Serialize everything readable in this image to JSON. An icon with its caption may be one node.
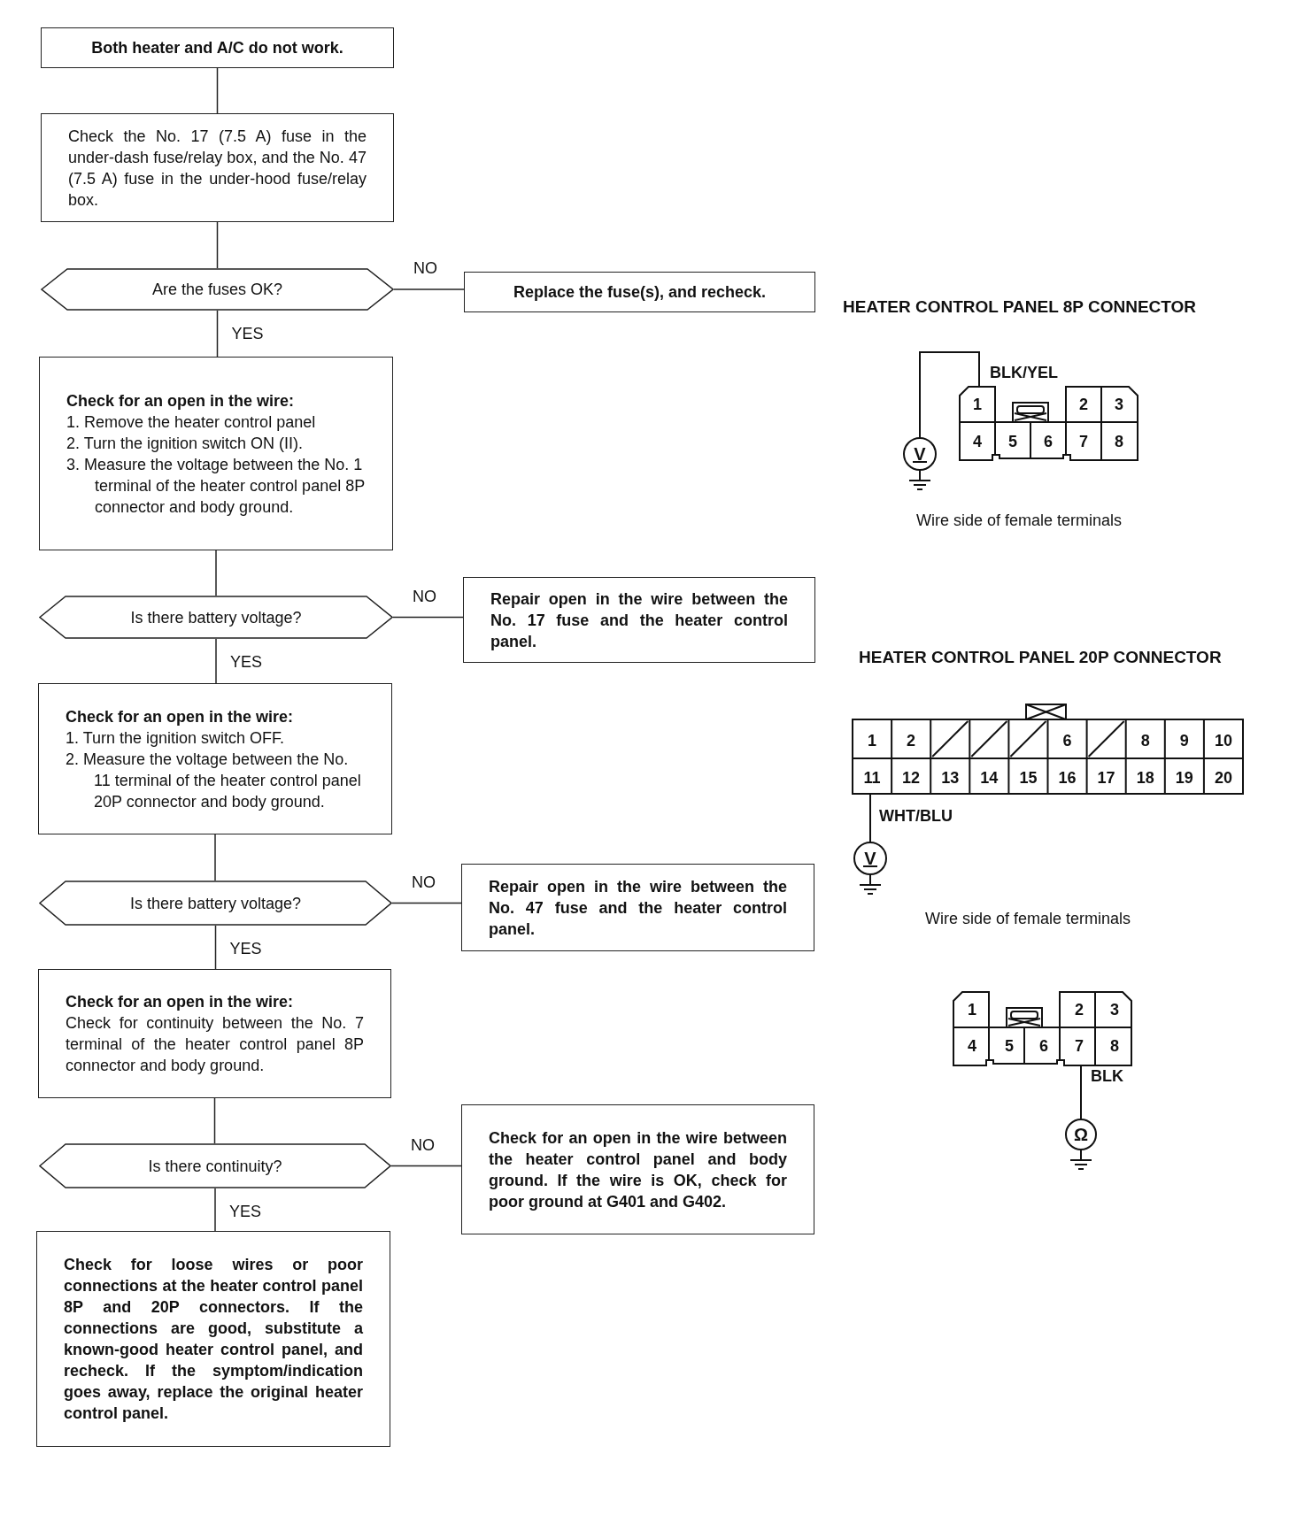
{
  "diagram": {
    "nodes": [
      {
        "text": [
          "Both heater and A/C do not work."
        ]
      },
      {
        "text": [
          "Check the No. 17 (7.5 A) fuse in the under-dash fuse/relay box, and the No. 47 (7.5 A) fuse in the under-hood fuse/relay box."
        ]
      },
      {
        "text": [
          "Are the fuses OK?"
        ]
      },
      {
        "text": [
          "Replace the fuse(s), and recheck."
        ]
      },
      {
        "text": [
          "Check for an open in the wire:",
          "1. Remove the heater control panel",
          "2. Turn the ignition switch ON (II).",
          "3. Measure the voltage between the No. 1 terminal of the heater control panel 8P connector and body ground."
        ]
      },
      {
        "text": [
          "Is there battery voltage?"
        ]
      },
      {
        "text": [
          "Repair open in the wire between the No. 17 fuse and the heater control panel."
        ]
      },
      {
        "text": [
          "Check for an open in the wire:",
          "1. Turn the ignition switch OFF.",
          "2. Measure the voltage between the No. 11 terminal of the heater control panel 20P connector and body ground."
        ]
      },
      {
        "text": [
          "Is there battery voltage?"
        ]
      },
      {
        "text": [
          "Repair open in the wire between the No. 47 fuse and the heater control panel."
        ]
      },
      {
        "text": [
          "Check for an open in the wire:",
          "Check for continuity between the No. 7 terminal of the heater control panel 8P connector and body ground."
        ]
      },
      {
        "text": [
          "Is there continuity?"
        ]
      },
      {
        "text": [
          "Check for an open in the wire between the heater control panel and body ground. If the wire is OK, check for poor ground at G401 and G402."
        ]
      },
      {
        "text": [
          "Check for loose wires or poor connections at the heater control panel 8P and 20P connectors. If the connections are good, substitute a known-good heater control panel, and recheck. If the symptom/indication goes away, replace the original heater control panel."
        ]
      }
    ],
    "edges": [
      {
        "from": 0,
        "to": 1,
        "arrow": "none"
      },
      {
        "from": 1,
        "to": 2,
        "arrow": "none"
      },
      {
        "from": 2,
        "to": 3,
        "arrow": "none",
        "label": "NO"
      },
      {
        "from": 2,
        "to": 4,
        "arrow": "none",
        "label": "YES"
      },
      {
        "from": 4,
        "to": 5,
        "arrow": "none"
      },
      {
        "from": 5,
        "to": 6,
        "arrow": "none",
        "label": "NO"
      },
      {
        "from": 5,
        "to": 7,
        "arrow": "none",
        "label": "YES"
      },
      {
        "from": 7,
        "to": 8,
        "arrow": "none"
      },
      {
        "from": 8,
        "to": 9,
        "arrow": "none",
        "label": "NO"
      },
      {
        "from": 8,
        "to": 10,
        "arrow": "none",
        "label": "YES"
      },
      {
        "from": 10,
        "to": 11,
        "arrow": "none"
      },
      {
        "from": 11,
        "to": 12,
        "arrow": "none",
        "label": "NO"
      },
      {
        "from": 11,
        "to": 13,
        "arrow": "none",
        "label": "YES"
      }
    ],
    "labels": [
      "HEATER CONTROL PANEL 8P CONNECTOR",
      "BLK/YEL",
      "1",
      "2",
      "3",
      "4",
      "5",
      "6",
      "7",
      "8",
      "V",
      "Wire side of female terminals",
      "HEATER CONTROL PANEL 20P CONNECTOR",
      "1",
      "2",
      "6",
      "8",
      "9",
      "10",
      "11",
      "12",
      "13",
      "14",
      "15",
      "16",
      "17",
      "18",
      "19",
      "20",
      "WHT/BLU",
      "V",
      "Wire side of female terminals",
      "1",
      "2",
      "3",
      "4",
      "5",
      "6",
      "7",
      "8",
      "BLK",
      "Ω"
    ]
  }
}
